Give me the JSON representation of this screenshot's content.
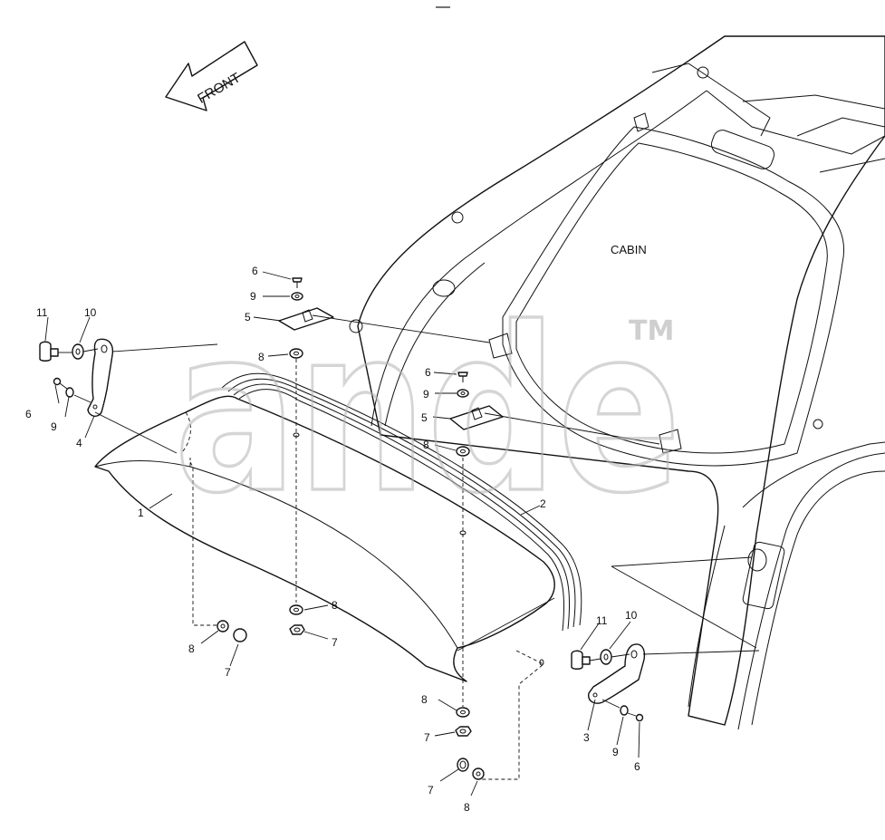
{
  "watermark": {
    "text": "ande",
    "trademark": "TM"
  },
  "orientation": {
    "front_label": "FRONT"
  },
  "area_labels": {
    "cabin": "CABIN"
  },
  "callouts": {
    "p1": "1",
    "p2": "2",
    "p3": "3",
    "p4": "4",
    "p5a": "5",
    "p5b": "5",
    "p6a": "6",
    "p6b": "6",
    "p6c": "6",
    "p6d": "6",
    "p7a": "7",
    "p7b": "7",
    "p7c": "7",
    "p7d": "7",
    "p8a": "8",
    "p8b": "8",
    "p8c": "8",
    "p8d": "8",
    "p8e": "8",
    "p8f": "8",
    "p9a": "9",
    "p9b": "9",
    "p9c": "9",
    "p9d": "9",
    "p10a": "10",
    "p10b": "10",
    "p11a": "11",
    "p11b": "11"
  },
  "colors": {
    "line": "#111111",
    "watermark": "#b3b3b3",
    "background": "#ffffff"
  }
}
